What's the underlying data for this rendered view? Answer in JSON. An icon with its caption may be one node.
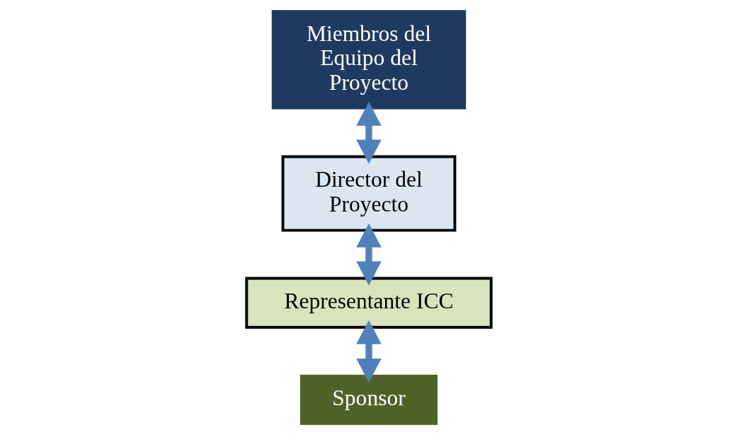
{
  "diagram": {
    "nodes": [
      {
        "text": [
          "Miembros del Equipo del Proyecto"
        ]
      },
      {
        "text": [
          "Director del Proyecto"
        ]
      },
      {
        "text": [
          "Representante ICC"
        ]
      },
      {
        "text": [
          "Sponsor"
        ]
      }
    ],
    "edges": [
      {
        "from": 0,
        "to": 1,
        "arrow": "both"
      },
      {
        "from": 1,
        "to": 2,
        "arrow": "both"
      },
      {
        "from": 2,
        "to": 3,
        "arrow": "both"
      }
    ]
  }
}
